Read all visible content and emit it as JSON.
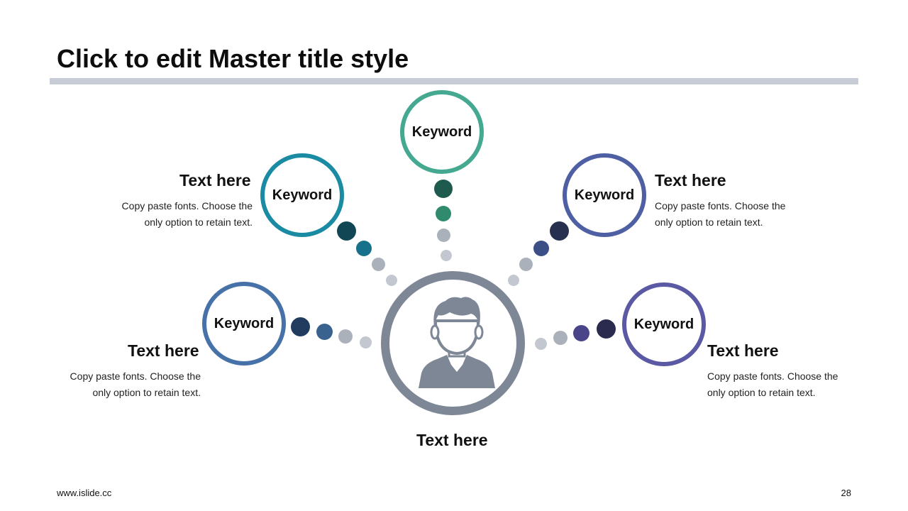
{
  "slide": {
    "title": "Click to edit Master title style",
    "footer_url": "www.islide.cc",
    "page_number": "28"
  },
  "colors": {
    "title_bar": "#c8ccd6",
    "hub": "#7d8796",
    "top": "#45a890",
    "upper_left": "#1b8ba3",
    "lower_left": "#4672a8",
    "upper_right": "#4e5fa3",
    "lower_right": "#5b59a3",
    "connector_light": "#c3c8d0",
    "connector_mid": "#aab1ba"
  },
  "center": {
    "label": "Text here",
    "icon": "person-avatar-icon"
  },
  "nodes": {
    "top": {
      "keyword": "Keyword"
    },
    "upper_left": {
      "keyword": "Keyword",
      "heading": "Text here",
      "desc_line1": "Copy paste fonts. Choose the",
      "desc_line2": "only option to retain text."
    },
    "lower_left": {
      "keyword": "Keyword",
      "heading": "Text here",
      "desc_line1": "Copy paste fonts. Choose the",
      "desc_line2": "only option to retain text."
    },
    "upper_right": {
      "keyword": "Keyword",
      "heading": "Text here",
      "desc_line1": "Copy paste fonts. Choose the",
      "desc_line2": "only option to retain text."
    },
    "lower_right": {
      "keyword": "Keyword",
      "heading": "Text here",
      "desc_line1": "Copy paste fonts. Choose the",
      "desc_line2": "only option to retain text."
    }
  }
}
